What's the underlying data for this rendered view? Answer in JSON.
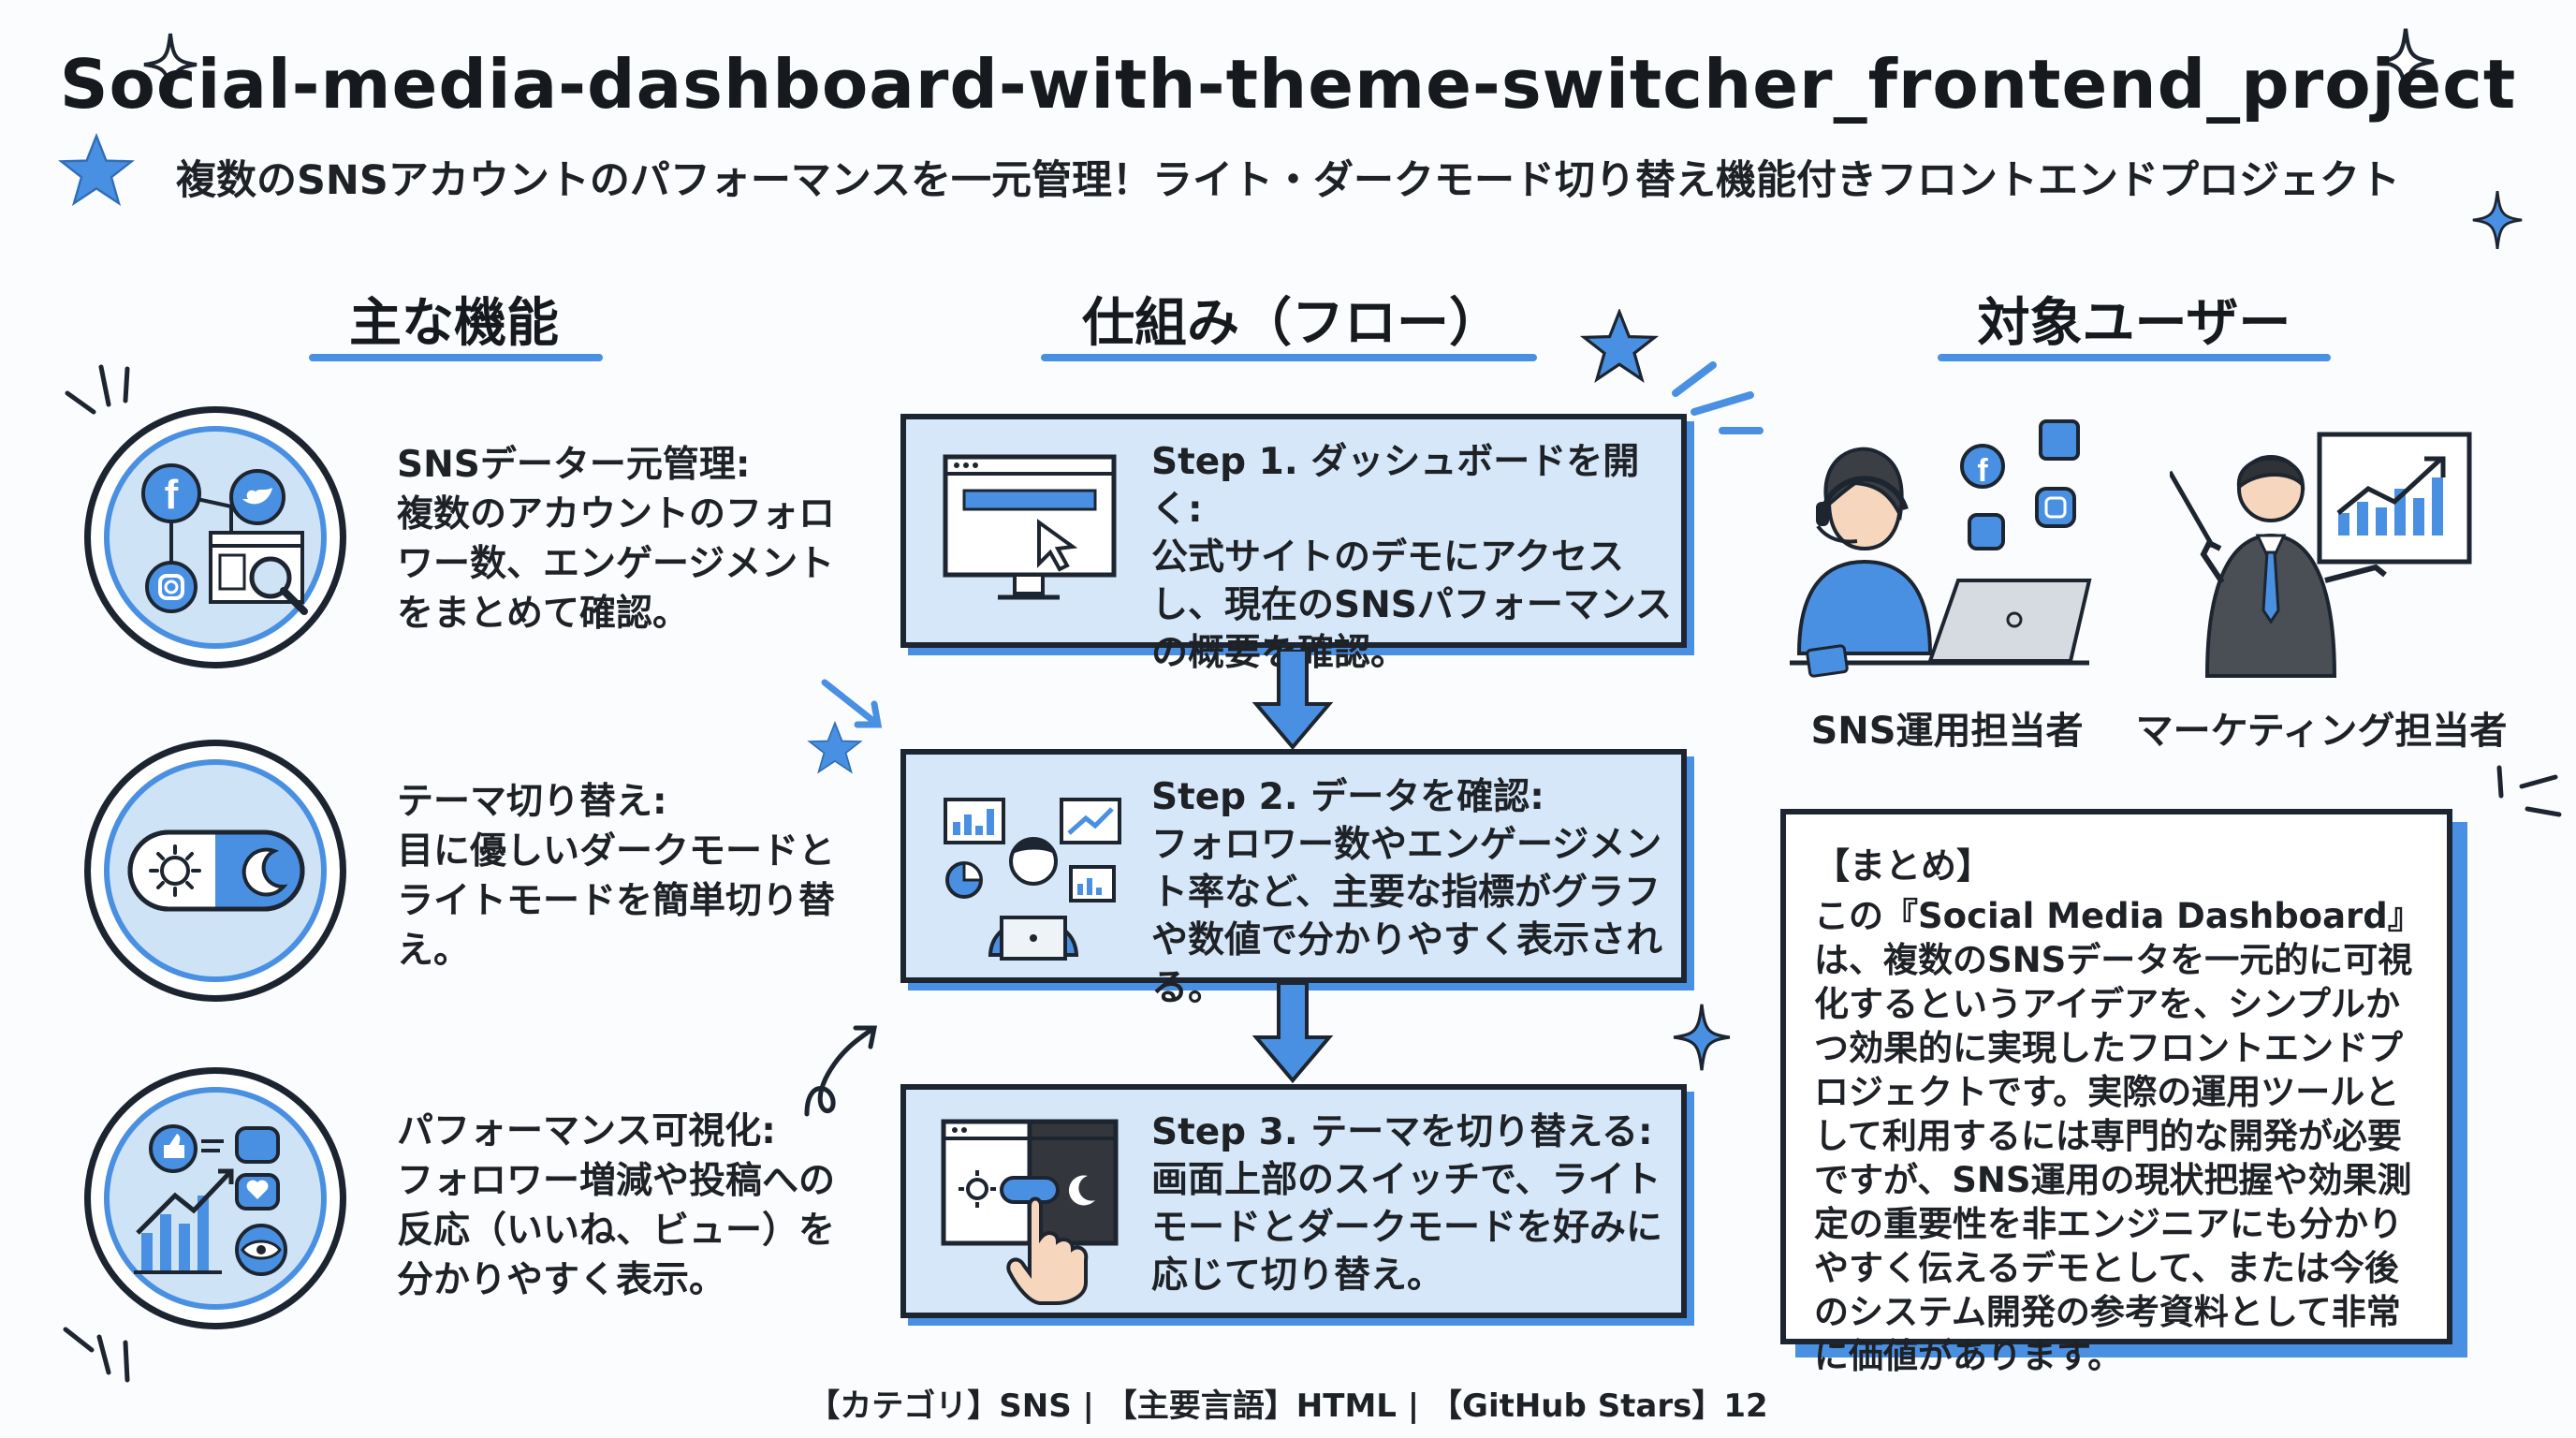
{
  "title": "Social-media-dashboard-with-theme-switcher_frontend_project",
  "subtitle": "複数のSNSアカウントのパフォーマンスを一元管理！ライト・ダークモード切り替え機能付きフロントエンドプロジェクト",
  "sections": {
    "features_heading": "主な機能",
    "flow_heading": "仕組み（フロー）",
    "users_heading": "対象ユーザー"
  },
  "features": [
    {
      "title": "SNSデーター元管理:",
      "body": "複数のアカウントのフォロワー数、エンゲージメントをまとめて確認。",
      "icon": "sns-network-icon"
    },
    {
      "title": "テーマ切り替え:",
      "body": "目に優しいダークモードとライトモードを簡単切り替え。",
      "icon": "theme-toggle-icon"
    },
    {
      "title": "パフォーマンス可視化:",
      "body": "フォロワー増減や投稿への反応（いいね、ビュー）を分かりやすく表示。",
      "icon": "performance-chart-icon"
    }
  ],
  "steps": [
    {
      "title": "Step 1. ダッシュボードを開く:",
      "body": "公式サイトのデモにアクセスし、現在のSNSパフォーマンスの概要を確認。",
      "icon": "browser-window-icon"
    },
    {
      "title": "Step 2. データを確認:",
      "body": "フォロワー数やエンゲージメント率など、主要な指標がグラフや数値で分かりやすく表示される。",
      "icon": "analyst-charts-icon"
    },
    {
      "title": "Step 3. テーマを切り替える:",
      "body": "画面上部のスイッチで、ライトモードとダークモードを好みに応じて切り替え。",
      "icon": "theme-switch-tap-icon"
    }
  ],
  "users": [
    {
      "label": "SNS運用担当者",
      "icon": "sns-operator-icon"
    },
    {
      "label": "マーケティング担当者",
      "icon": "marketer-presenter-icon"
    }
  ],
  "summary": {
    "heading": "【まとめ】",
    "body": "この『Social Media Dashboard』は、複数のSNSデータを一元的に可視化するというアイデアを、シンプルかつ効果的に実現したフロントエンドプロジェクトです。実際の運用ツールとして利用するには専門的な開発が必要ですが、SNS運用の現状把握や効果測定の重要性を非エンジニアにも分かりやすく伝えるデモとして、または今後のシステム開発の参考資料として非常に価値があります。"
  },
  "footer": "【カテゴリ】SNS | 【主要言語】HTML | 【GitHub Stars】12",
  "colors": {
    "accent": "#4a90e2",
    "box_fill": "#d5e7f8",
    "outline": "#1d2530"
  }
}
